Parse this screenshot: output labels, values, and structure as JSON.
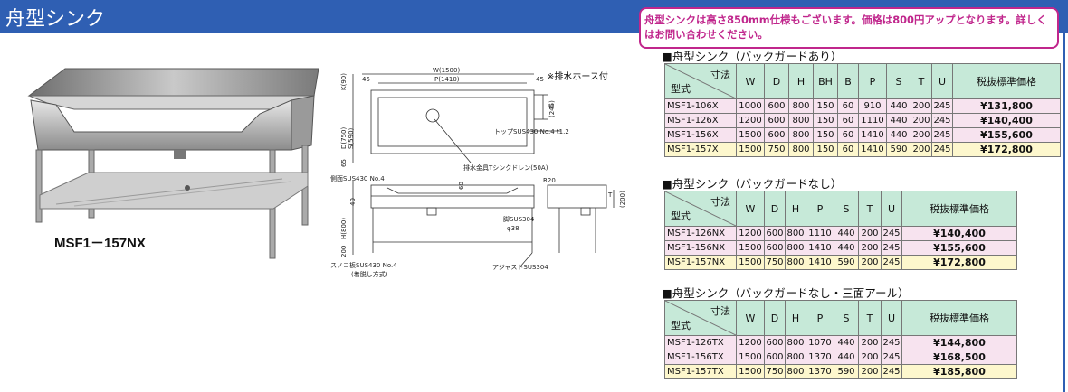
{
  "header": {
    "title": "舟型シンク"
  },
  "notice": {
    "text": "舟型シンクは高さ850mm仕様もございます。価格は800円アップとなります。詳しくはお問い合わせください。"
  },
  "product": {
    "model_label": "MSF1－157NX"
  },
  "drawing": {
    "hose_note": "※排水ホース付",
    "dim_w": "W(1500)",
    "dim_p": "P(1410)",
    "dim_45a": "45",
    "dim_45b": "45",
    "dim_k": "K(90)",
    "dim_d": "D(750)",
    "dim_s": "S(590)",
    "dim_65": "65",
    "dim_u": "U",
    "dim_245": "(245)",
    "top_label": "トップSUS430  No.4  t1.2",
    "drain_label": "排水金具Tシンクドレン(50A)",
    "side_label": "側面SUS430  No.4",
    "dim_60": "60",
    "dim_40": "40",
    "dim_h": "H(800)",
    "dim_200": "200",
    "shelf_label": "スノコ板SUS430  No.4",
    "shelf_sub": "(着脱し方式)",
    "leg_label": "脚SUS304",
    "leg_dia": "φ38",
    "adjuster_label": "アジャストSUS304",
    "r20": "R20",
    "dim_t": "T",
    "dim_200b": "(200)"
  },
  "tables": [
    {
      "title": "■舟型シンク（バックガードあり）",
      "corner_top": "寸法",
      "corner_bottom": "型式",
      "headers": [
        "W",
        "D",
        "H",
        "BH",
        "B",
        "P",
        "S",
        "T",
        "U"
      ],
      "price_header": "税抜標準価格",
      "rows": [
        {
          "model": "MSF1-106X",
          "vals": [
            "1000",
            "600",
            "800",
            "150",
            "60",
            "910",
            "440",
            "200",
            "245"
          ],
          "price": "¥131,800"
        },
        {
          "model": "MSF1-126X",
          "vals": [
            "1200",
            "600",
            "800",
            "150",
            "60",
            "1110",
            "440",
            "200",
            "245"
          ],
          "price": "¥140,400"
        },
        {
          "model": "MSF1-156X",
          "vals": [
            "1500",
            "600",
            "800",
            "150",
            "60",
            "1410",
            "440",
            "200",
            "245"
          ],
          "price": "¥155,600"
        },
        {
          "model": "MSF1-157X",
          "vals": [
            "1500",
            "750",
            "800",
            "150",
            "60",
            "1410",
            "590",
            "200",
            "245"
          ],
          "price": "¥172,800"
        }
      ]
    },
    {
      "title": "■舟型シンク（バックガードなし）",
      "corner_top": "寸法",
      "corner_bottom": "型式",
      "headers": [
        "W",
        "D",
        "H",
        "P",
        "S",
        "T",
        "U"
      ],
      "price_header": "税抜標準価格",
      "rows": [
        {
          "model": "MSF1-126NX",
          "vals": [
            "1200",
            "600",
            "800",
            "1110",
            "440",
            "200",
            "245"
          ],
          "price": "¥140,400"
        },
        {
          "model": "MSF1-156NX",
          "vals": [
            "1500",
            "600",
            "800",
            "1410",
            "440",
            "200",
            "245"
          ],
          "price": "¥155,600"
        },
        {
          "model": "MSF1-157NX",
          "vals": [
            "1500",
            "750",
            "800",
            "1410",
            "590",
            "200",
            "245"
          ],
          "price": "¥172,800"
        }
      ]
    },
    {
      "title": "■舟型シンク（バックガードなし・三面アール）",
      "corner_top": "寸法",
      "corner_bottom": "型式",
      "headers": [
        "W",
        "D",
        "H",
        "P",
        "S",
        "T",
        "U"
      ],
      "price_header": "税抜標準価格",
      "rows": [
        {
          "model": "MSF1-126TX",
          "vals": [
            "1200",
            "600",
            "800",
            "1070",
            "440",
            "200",
            "245"
          ],
          "price": "¥144,800"
        },
        {
          "model": "MSF1-156TX",
          "vals": [
            "1500",
            "600",
            "800",
            "1370",
            "440",
            "200",
            "245"
          ],
          "price": "¥168,500"
        },
        {
          "model": "MSF1-157TX",
          "vals": [
            "1500",
            "750",
            "800",
            "1370",
            "590",
            "200",
            "245"
          ],
          "price": "¥185,800"
        }
      ]
    }
  ]
}
